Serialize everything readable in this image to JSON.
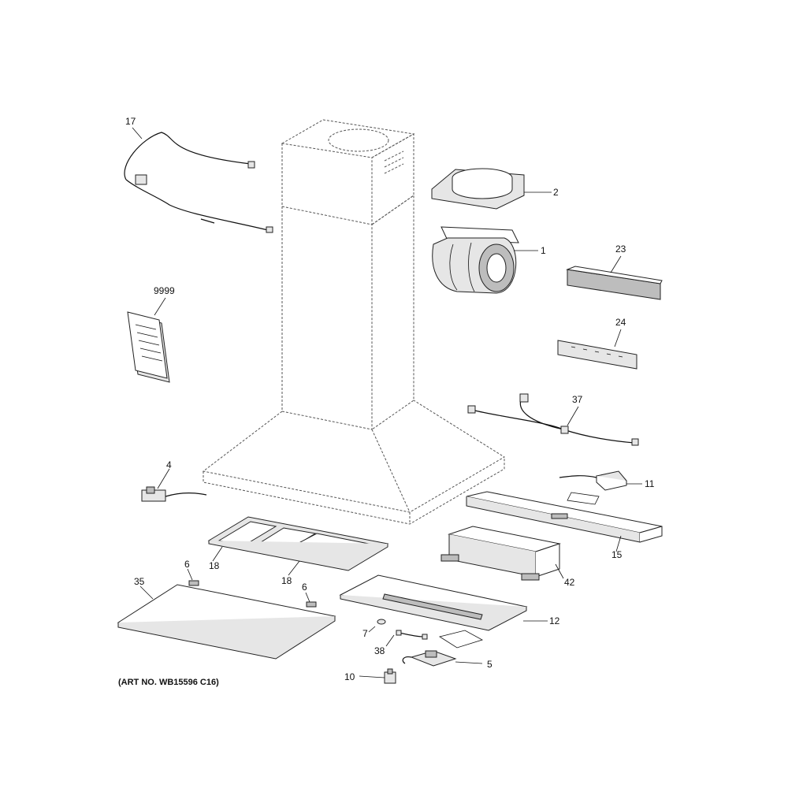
{
  "art_number": "(ART NO. WB15596 C16)",
  "callouts": {
    "c17": "17",
    "c2": "2",
    "c1": "1",
    "c23": "23",
    "c9999": "9999",
    "c24": "24",
    "c37": "37",
    "c4": "4",
    "c11": "11",
    "c15": "15",
    "c18a": "18",
    "c18b": "18",
    "c6a": "6",
    "c6b": "6",
    "c35": "35",
    "c42": "42",
    "c12": "12",
    "c7": "7",
    "c38": "38",
    "c5": "5",
    "c10": "10"
  }
}
